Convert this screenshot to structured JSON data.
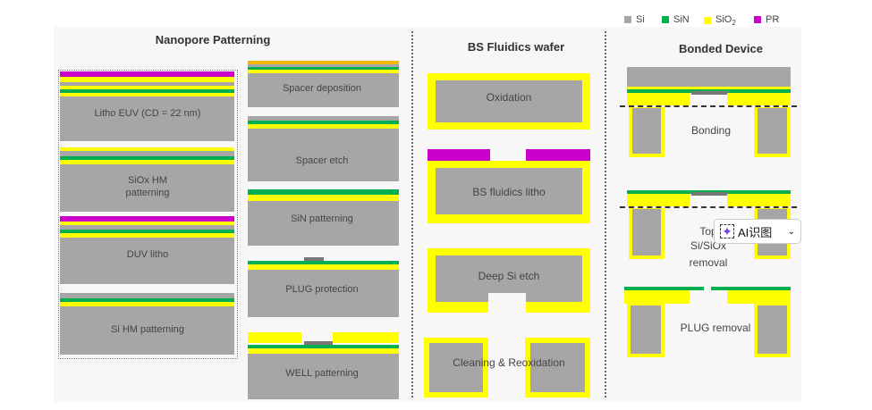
{
  "legend": [
    {
      "label": "Si",
      "color": "#a6a6a6"
    },
    {
      "label": "SiN",
      "color": "#00b050"
    },
    {
      "label": "SiO",
      "sub": "2",
      "color": "#ffff00"
    },
    {
      "label": "PR",
      "color": "#cc00cc"
    }
  ],
  "sections": {
    "nanopore": {
      "title": "Nanopore Patterning",
      "steps": [
        "Litho EUV (CD = 22 nm)",
        "SiOx HM",
        "patterning",
        "DUV litho",
        "Si HM patterning",
        "Spacer deposition",
        "Spacer etch",
        "SiN patterning",
        "PLUG protection",
        "WELL patterning"
      ]
    },
    "bs": {
      "title": "BS Fluidics wafer",
      "steps": [
        "Oxidation",
        "BS fluidics litho",
        "Deep Si etch",
        "Cleaning & Reoxidation"
      ]
    },
    "bonded": {
      "title": "Bonded Device",
      "steps": [
        "Bonding",
        "Top",
        "Si/SiOx",
        "removal",
        "PLUG removal"
      ]
    }
  },
  "popup": {
    "label": "AI识图",
    "icon": "sparkle-scan-icon",
    "chevron": "chevron-down-icon"
  }
}
